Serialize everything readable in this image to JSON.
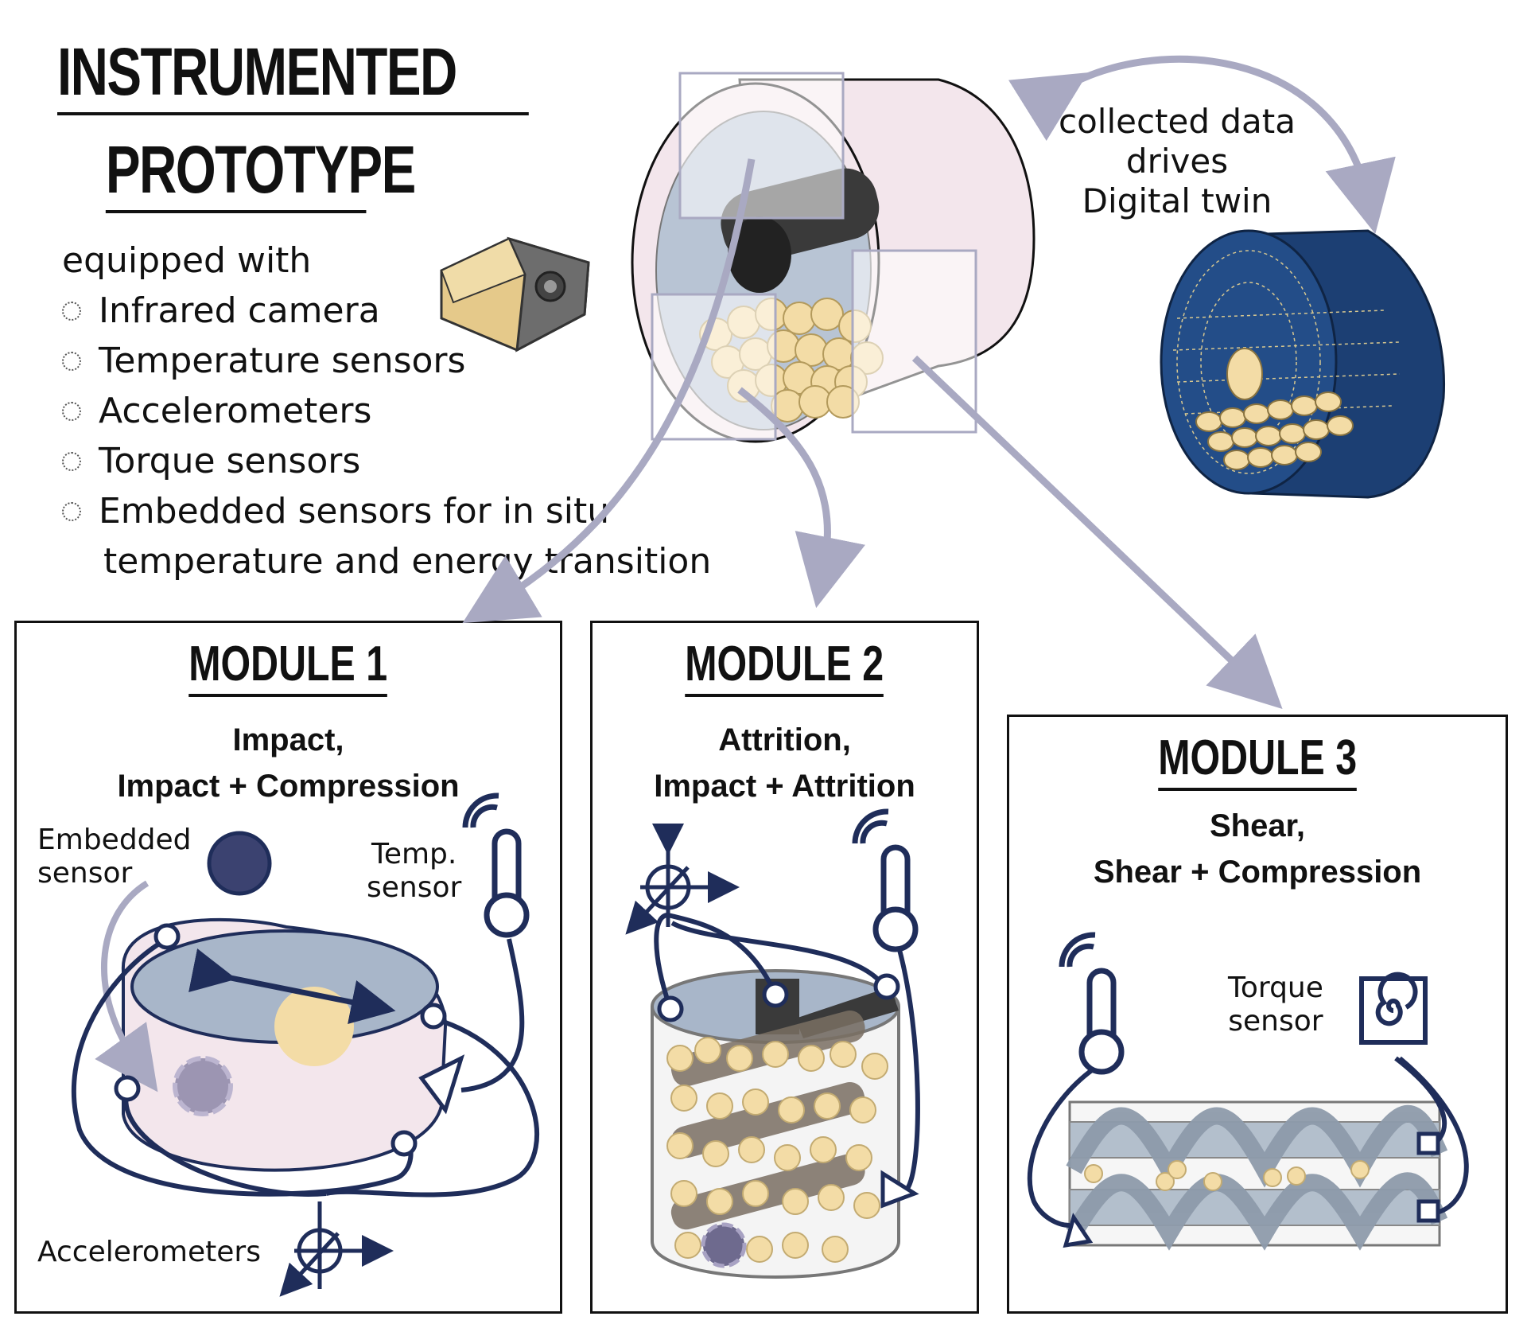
{
  "title": {
    "line1": "INSTRUMENTED",
    "line2": "PROTOTYPE"
  },
  "equipment": {
    "intro": "equipped with",
    "items": [
      "Infrared camera",
      "Temperature sensors",
      "Accelerometers",
      "Torque sensors",
      "Embedded sensors for in situ"
    ],
    "item_continuation": "temperature and energy transition"
  },
  "digital_twin": {
    "line1": "collected data",
    "line2": "drives",
    "line3": "Digital twin"
  },
  "modules": [
    {
      "title": "MODULE 1",
      "subtitle_1": "Impact,",
      "subtitle_2": "Impact + Compression",
      "labels": {
        "embedded_1": "Embedded",
        "embedded_2": "sensor",
        "temp_1": "Temp.",
        "temp_2": "sensor",
        "accel": "Accelerometers"
      }
    },
    {
      "title": "MODULE 2",
      "subtitle_1": "Attrition,",
      "subtitle_2": "Impact + Attrition"
    },
    {
      "title": "MODULE 3",
      "subtitle_1": "Shear,",
      "subtitle_2": "Shear + Compression",
      "labels": {
        "torque_1": "Torque",
        "torque_2": "sensor"
      }
    }
  ],
  "colors": {
    "navy": "#1f2d5a",
    "arrow": "#a9a9c2",
    "pellet": "#f3dca6",
    "drum": "#f3e6ec",
    "twin": "#1c3f73"
  }
}
